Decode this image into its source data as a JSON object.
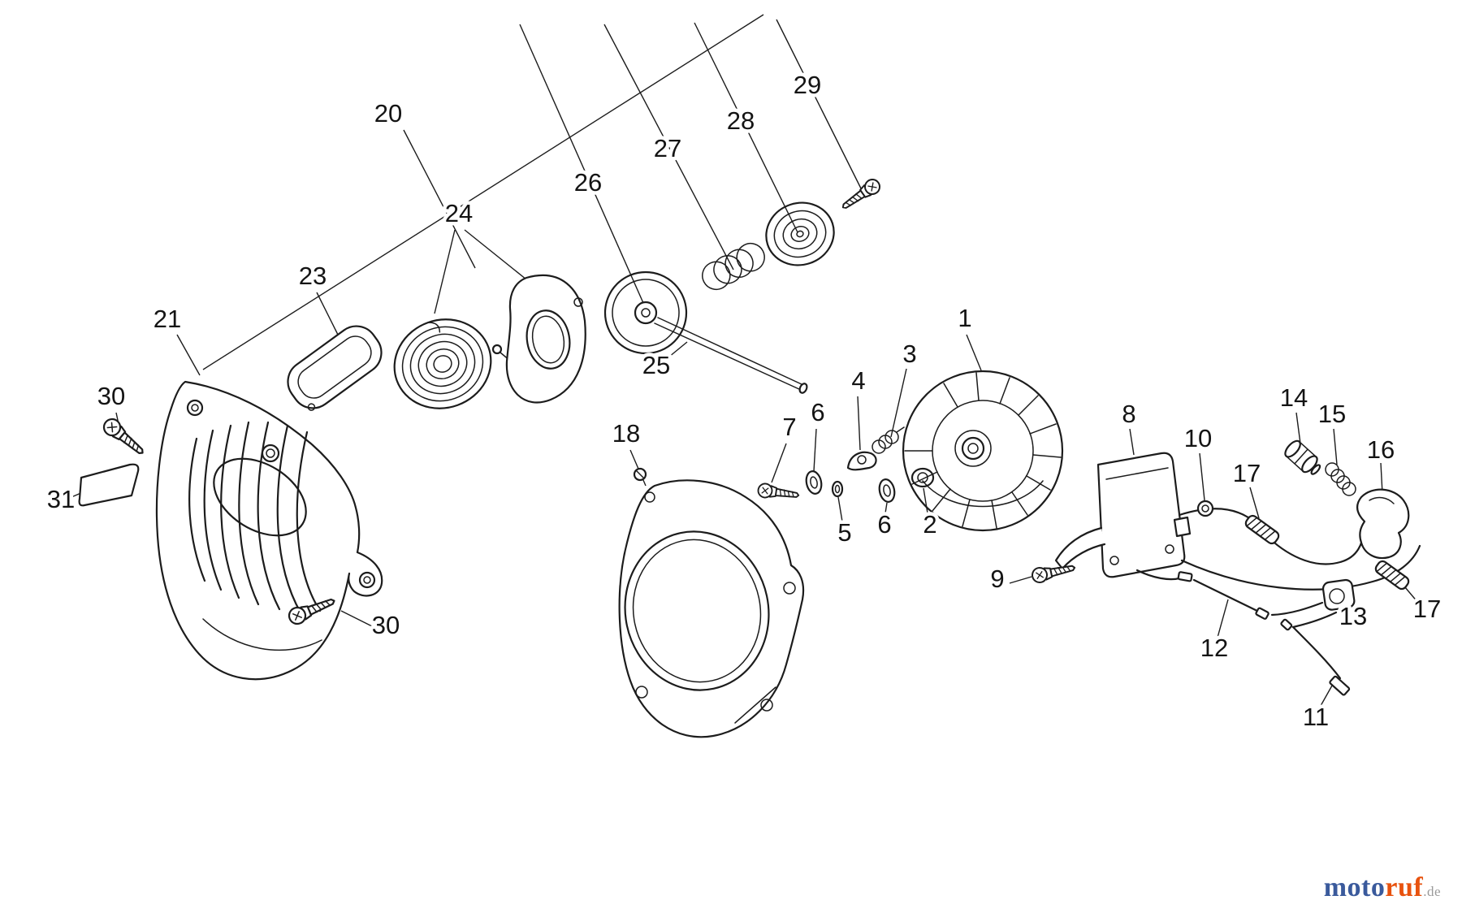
{
  "diagram": {
    "description_colors": {
      "line_color": "#1c1c1c",
      "background": "#ffffff",
      "watermark_blue": "#3a5a9c",
      "watermark_orange": "#e8520e",
      "watermark_gray": "#9a9a9a"
    },
    "callouts": [
      {
        "ref": "20"
      },
      {
        "ref": "29"
      },
      {
        "ref": "28"
      },
      {
        "ref": "27"
      },
      {
        "ref": "26"
      },
      {
        "ref": "24"
      },
      {
        "ref": "23"
      },
      {
        "ref": "21"
      },
      {
        "ref": "25"
      },
      {
        "ref": "30"
      },
      {
        "ref": "31"
      },
      {
        "ref": "30"
      },
      {
        "ref": "18"
      },
      {
        "ref": "7"
      },
      {
        "ref": "6"
      },
      {
        "ref": "4"
      },
      {
        "ref": "3"
      },
      {
        "ref": "1"
      },
      {
        "ref": "5"
      },
      {
        "ref": "6"
      },
      {
        "ref": "2"
      },
      {
        "ref": "9"
      },
      {
        "ref": "8"
      },
      {
        "ref": "10"
      },
      {
        "ref": "14"
      },
      {
        "ref": "15"
      },
      {
        "ref": "17"
      },
      {
        "ref": "16"
      },
      {
        "ref": "13"
      },
      {
        "ref": "17"
      },
      {
        "ref": "12"
      },
      {
        "ref": "11"
      }
    ],
    "watermark": {
      "moto": "moto",
      "ruf": "ruf",
      "tld": ".de"
    }
  }
}
